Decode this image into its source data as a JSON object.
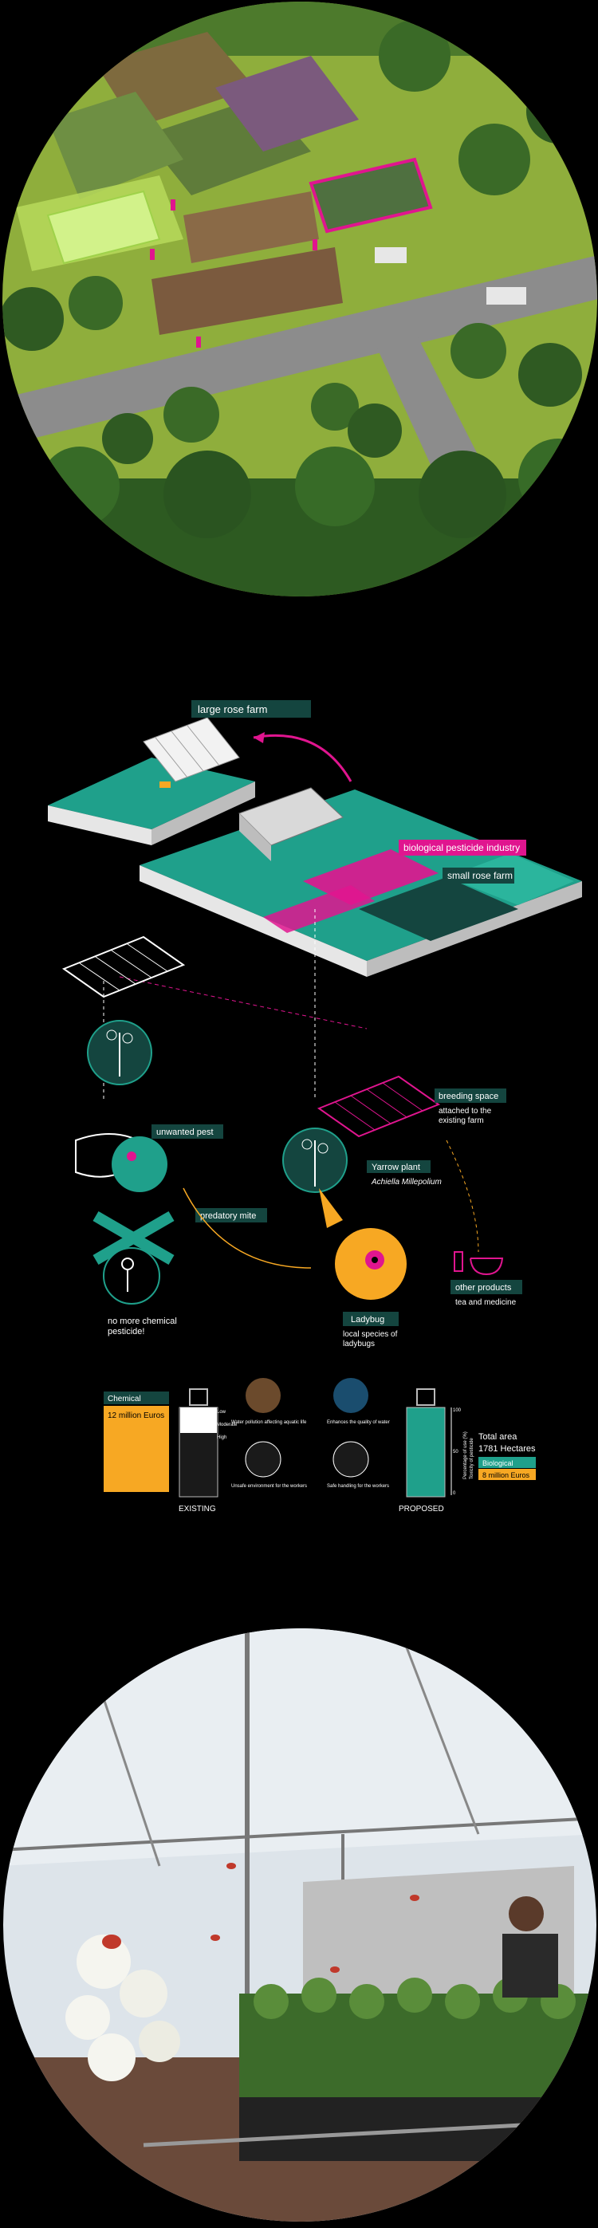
{
  "colors": {
    "background": "#000000",
    "teal": "#1fa08b",
    "dark_teal": "#14453f",
    "magenta": "#e0158f",
    "orange": "#f7a823",
    "grass": "#8fae3c",
    "road": "#8c8c8c"
  },
  "diagram": {
    "large_rose_farm": "large rose farm",
    "biological_pesticide_industry": "biological pesticide industry",
    "small_rose_farm": "small rose farm",
    "breeding_space": "breeding space",
    "breeding_space_note_1": "attached to the",
    "breeding_space_note_2": "existing farm",
    "yarrow_plant": "Yarrow plant",
    "yarrow_latin": "Achiella Millepolium",
    "unwanted_pest": "unwanted pest",
    "predatory_mite": "predatory mite",
    "no_more_1": "no more chemical",
    "no_more_2": "pesticide!",
    "other_products": "other products",
    "other_products_note": "tea and medicine",
    "ladybug": "Ladybug",
    "ladybug_note_1": "local species of",
    "ladybug_note_2": "ladybugs"
  },
  "comparison": {
    "chemical_label": "Chemical",
    "chemical_cost": "12 million Euros",
    "existing_label": "EXISTING",
    "proposed_label": "PROPOSED",
    "bottle_low": "Low",
    "bottle_moderate": "Moderate",
    "bottle_high": "High",
    "effects": [
      "Water pollution affecting aquatic life",
      "Enhances the quality of water",
      "Unsafe environment for the workers",
      "Safe handling for the workers"
    ],
    "total_area_label": "Total area",
    "total_area_value": "1781 Hectares",
    "biological_label": "Biological",
    "biological_cost": "8 million Euros",
    "axis_label_1": "Percentage of use (%)",
    "axis_label_2": "Toxicity of pesticide",
    "scale_marks": [
      "100",
      "50",
      "0"
    ]
  }
}
